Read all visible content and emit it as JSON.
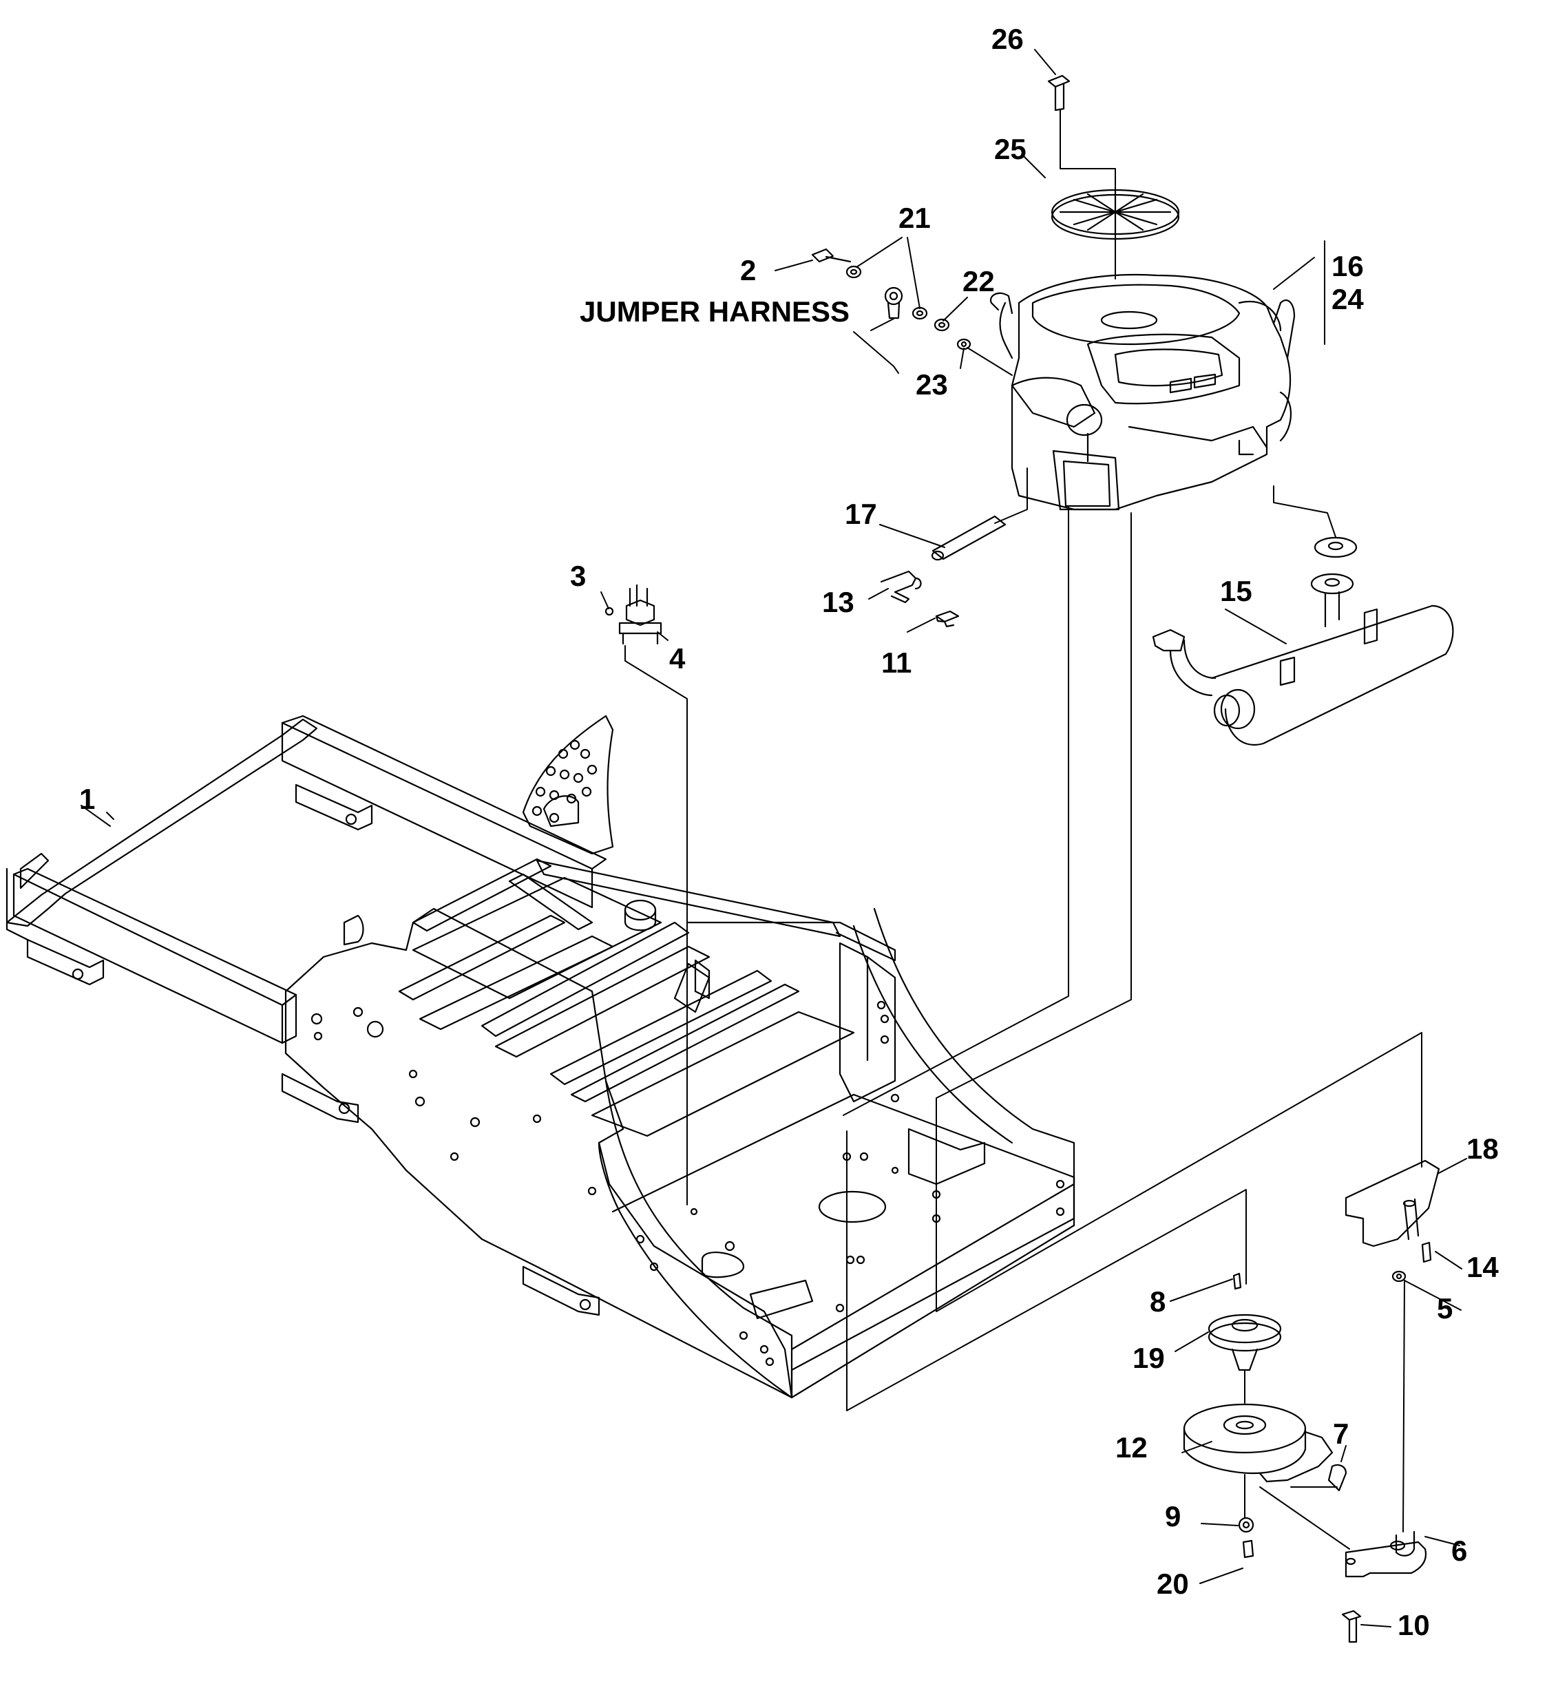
{
  "diagram": {
    "callouts": [
      {
        "id": "c26",
        "text": "26"
      },
      {
        "id": "c25",
        "text": "25"
      },
      {
        "id": "c21",
        "text": "21"
      },
      {
        "id": "c2",
        "text": "2"
      },
      {
        "id": "c22",
        "text": "22"
      },
      {
        "id": "c23",
        "text": "23"
      },
      {
        "id": "c16",
        "text": "16"
      },
      {
        "id": "c24",
        "text": "24"
      },
      {
        "id": "c17",
        "text": "17"
      },
      {
        "id": "c13",
        "text": "13"
      },
      {
        "id": "c11",
        "text": "11"
      },
      {
        "id": "c15",
        "text": "15"
      },
      {
        "id": "c3",
        "text": "3"
      },
      {
        "id": "c4",
        "text": "4"
      },
      {
        "id": "c1",
        "text": "1"
      },
      {
        "id": "c18",
        "text": "18"
      },
      {
        "id": "c14",
        "text": "14"
      },
      {
        "id": "c5",
        "text": "5"
      },
      {
        "id": "c8",
        "text": "8"
      },
      {
        "id": "c19",
        "text": "19"
      },
      {
        "id": "c12",
        "text": "12"
      },
      {
        "id": "c7",
        "text": "7"
      },
      {
        "id": "c9",
        "text": "9"
      },
      {
        "id": "c6",
        "text": "6"
      },
      {
        "id": "c20",
        "text": "20"
      },
      {
        "id": "c10",
        "text": "10"
      }
    ],
    "harness_label": "JUMPER HARNESS"
  }
}
